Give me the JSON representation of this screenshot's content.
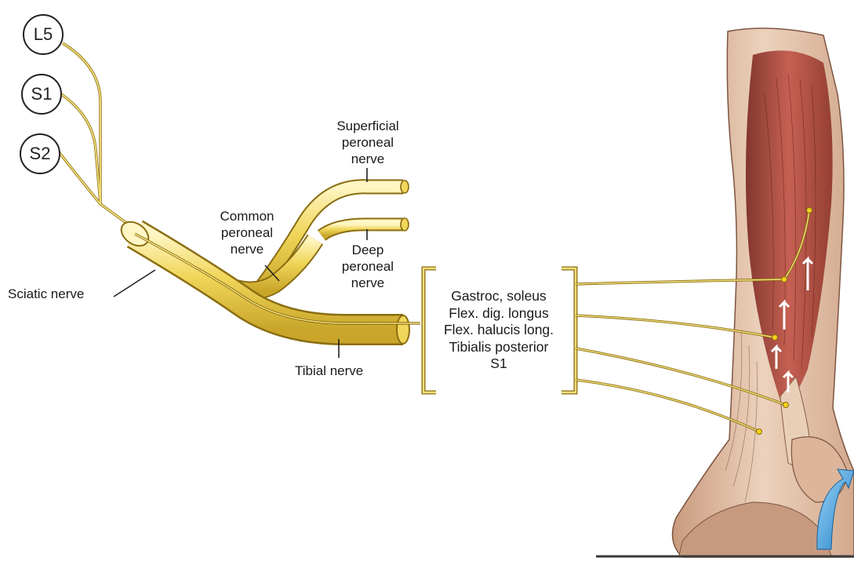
{
  "roots": [
    "L5",
    "S1",
    "S2"
  ],
  "labels": {
    "superficial_peroneal": [
      "Superficial",
      "peroneal",
      "nerve"
    ],
    "common_peroneal": [
      "Common",
      "peroneal",
      "nerve"
    ],
    "deep_peroneal": [
      "Deep",
      "peroneal",
      "nerve"
    ],
    "sciatic": "Sciatic nerve",
    "tibial": "Tibial nerve"
  },
  "muscles": [
    "Gastroc, soleus",
    "Flex. dig. longus",
    "Flex. halucis long.",
    "Tibialis posterior",
    "S1"
  ],
  "colors": {
    "nerve_fill": "#f3e07a",
    "nerve_outline": "#8a6d12",
    "nerve_thread": "#e8b800",
    "muscle": "#b5473a",
    "skin": "#e7c2a8",
    "motion_arrow": "#2a8fd6"
  },
  "icons": [
    "up-arrow-icon",
    "curved-arrow-icon"
  ]
}
